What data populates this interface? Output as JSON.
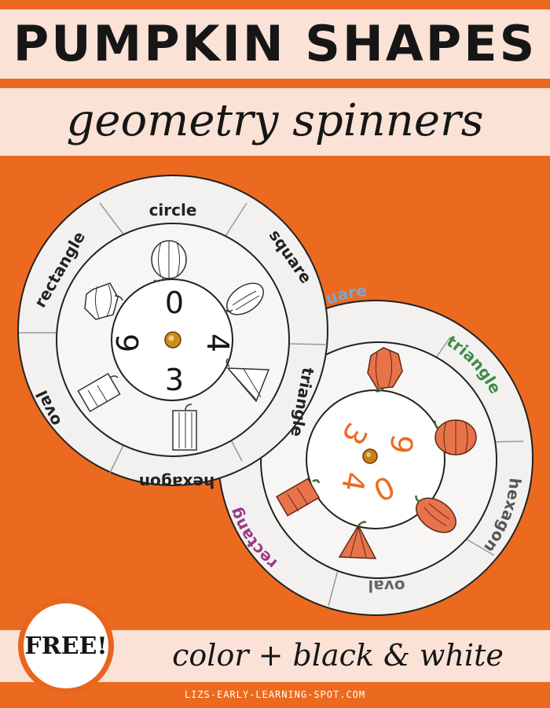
{
  "header": {
    "title": "PUMPKIN SHAPES",
    "subtitle": "geometry spinners"
  },
  "badge": {
    "label": "FREE!"
  },
  "footer": {
    "tagline": "color + black & white",
    "website": "LIZS-EARLY-LEARNING-SPOT.COM"
  },
  "spinner_bw": {
    "labels": [
      "circle",
      "square",
      "triangle",
      "hexagon",
      "oval",
      "rectangle"
    ],
    "numbers": [
      "0",
      "4",
      "3",
      "6"
    ]
  },
  "spinner_color": {
    "labels": [
      "uare",
      "triangle",
      "hexagon",
      "oval",
      "rectang"
    ],
    "numbers": [
      "6",
      "0",
      "4",
      "3"
    ],
    "colors": {
      "square": "#7aa6d6",
      "triangle": "#3f8a4a",
      "hexagon": "#555555",
      "oval": "#666666",
      "rectangle": "#9b3a86",
      "numbers": "#ec6a1f",
      "pumpkin": "#e8734a"
    }
  },
  "colors": {
    "background": "#ec6a1f",
    "band": "#fbe2d6"
  }
}
